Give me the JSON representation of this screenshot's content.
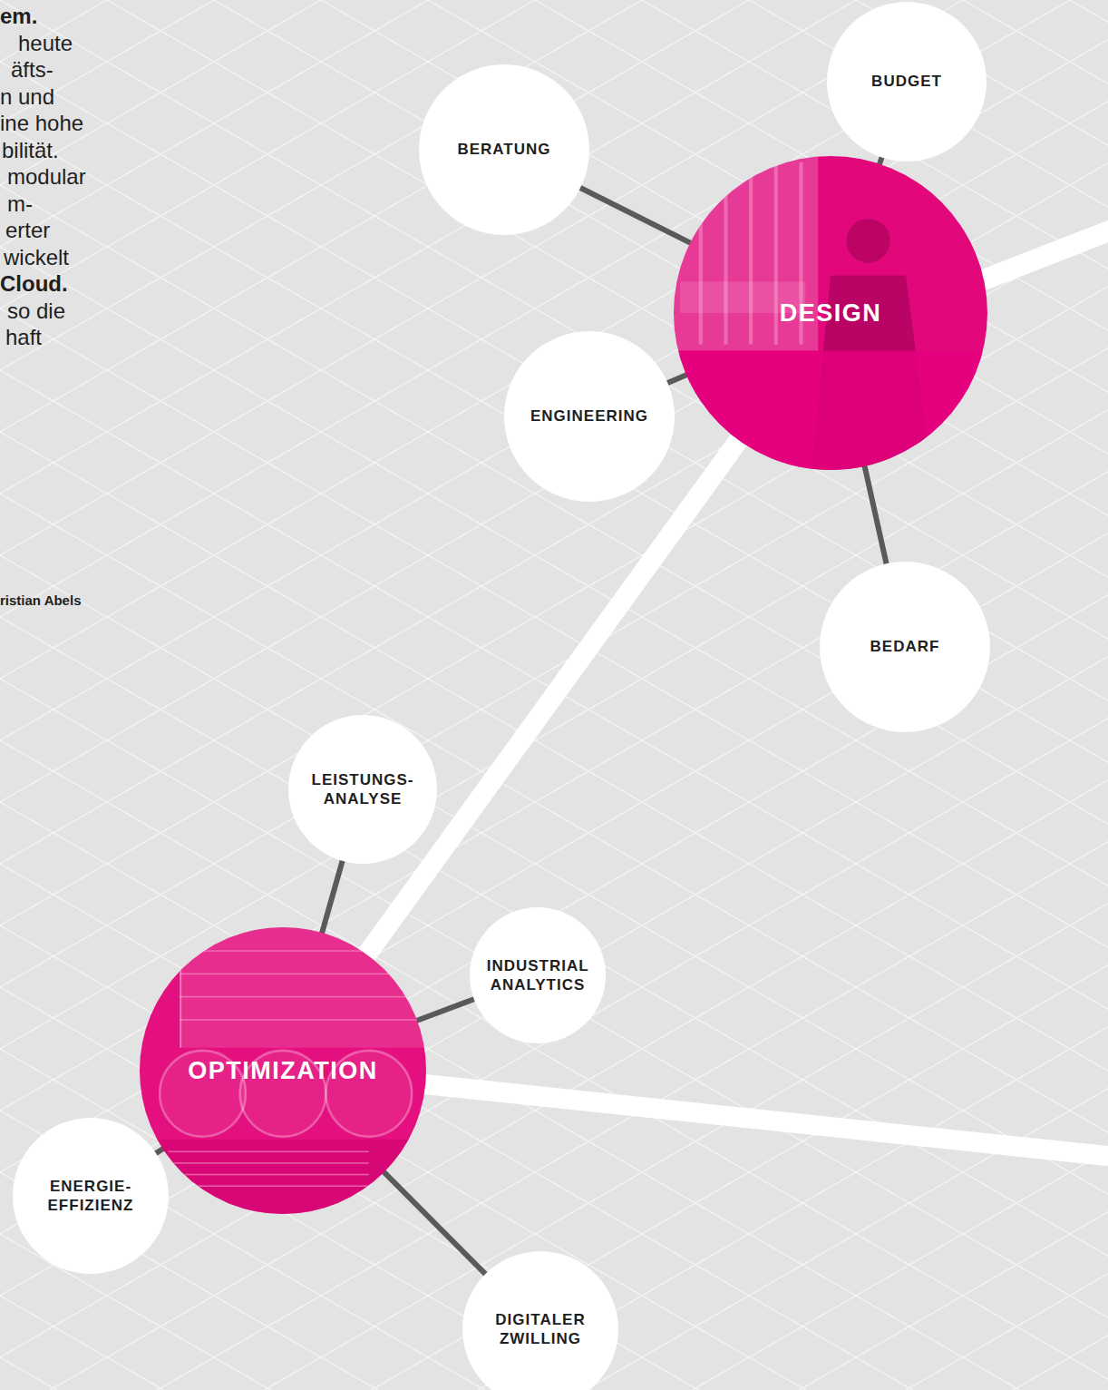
{
  "diagram": {
    "nodes": [
      {
        "text": [
          "BUDGET"
        ]
      },
      {
        "text": [
          "BERATUNG"
        ]
      },
      {
        "text": [
          "DESIGN"
        ]
      },
      {
        "text": [
          "ENGINEERING"
        ]
      },
      {
        "text": [
          "BEDARF"
        ]
      },
      {
        "text": [
          "LEISTUNGS- ANALYSE"
        ]
      },
      {
        "text": [
          "INDUSTRIAL ANALYTICS"
        ]
      },
      {
        "text": [
          "OPTIMIZATION"
        ]
      },
      {
        "text": [
          "ENERGIE- EFFIZIENZ"
        ]
      },
      {
        "text": [
          "DIGITALER ZWILLING"
        ]
      }
    ],
    "edges": [
      {
        "from": 2,
        "to": 0,
        "arrow": "none"
      },
      {
        "from": 2,
        "to": 1,
        "arrow": "none"
      },
      {
        "from": 2,
        "to": 3,
        "arrow": "none"
      },
      {
        "from": 2,
        "to": 4,
        "arrow": "none"
      },
      {
        "from": 2,
        "to": 7,
        "arrow": "none"
      },
      {
        "from": 7,
        "to": 5,
        "arrow": "none"
      },
      {
        "from": 7,
        "to": 6,
        "arrow": "none"
      },
      {
        "from": 7,
        "to": 8,
        "arrow": "none"
      },
      {
        "from": 7,
        "to": 9,
        "arrow": "none"
      }
    ],
    "labels": [
      "em.",
      "heute",
      "äfts-",
      "n und",
      "ine hohe",
      "bilität.",
      "modular",
      "m-",
      "erter",
      "wickelt",
      "Cloud.",
      "so die",
      "haft",
      "ristian Abels"
    ]
  }
}
